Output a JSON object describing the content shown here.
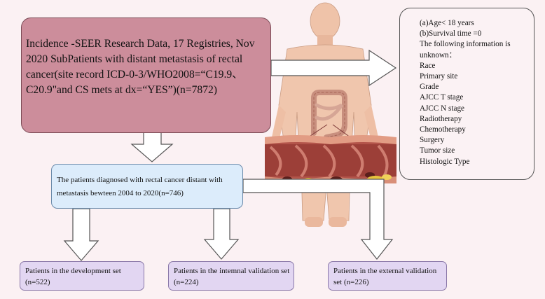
{
  "top_box": {
    "text": "Incidence -SEER Research Data, 17 Registries, Nov 2020 SubPatients with distant metastasis of rectal cancer(site record ICD-0-3/WHO2008=“C19.9、C20.9\"and CS mets at dx=“YES”)(n=7872)"
  },
  "exclusion": {
    "line1": "(a)Age< 18 years",
    "line2": "(b)Survival time =0",
    "line3": "The following information is unknown：",
    "items": [
      "Race",
      "Primary site",
      "Grade",
      "AJCC T stage",
      "AJCC N stage",
      "Radiotherapy",
      "Chemotherapy",
      "Surgery",
      "Tumor size",
      "Histologic Type"
    ]
  },
  "middle_box": {
    "text": "The patients diagnosed with rectal cancer distant with metastasis bewteen 2004 to 2020(n=746)"
  },
  "outcomes": [
    {
      "text": "Patients in the  development set (n=522)"
    },
    {
      "text": "Patients in the intemnal validation set (n=224)"
    },
    {
      "text": "Patients in the external validation set (n=226)"
    }
  ],
  "colors": {
    "top_box": "#cc8d9b",
    "middle_box": "#dcecfb",
    "outcome_box": "#e2d6f2",
    "background": "#fbf1f3",
    "skin": "#f0c6ad",
    "intestine": "#b3544a"
  }
}
